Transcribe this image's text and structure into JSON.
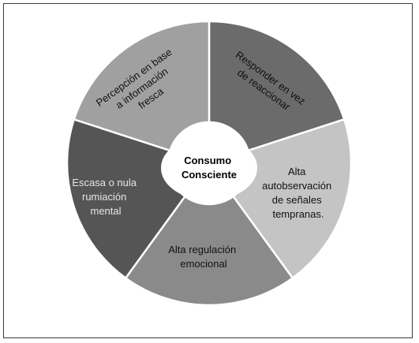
{
  "diagram": {
    "center": {
      "lines": [
        "Consumo",
        "Consciente"
      ],
      "fill": "#ffffff",
      "text_color": "#000000"
    },
    "segments": [
      {
        "id": "responder",
        "lines": [
          "Responder en vez",
          "de reaccionar"
        ],
        "fill": "#6b6b6b",
        "text_color": "#111111"
      },
      {
        "id": "autoobservacion",
        "lines": [
          "Alta",
          "autobservación",
          "de señales",
          "tempranas."
        ],
        "fill": "#c4c4c4",
        "text_color": "#111111"
      },
      {
        "id": "regulacion",
        "lines": [
          "Alta regulación",
          "emocional"
        ],
        "fill": "#8a8a8a",
        "text_color": "#111111"
      },
      {
        "id": "rumiacion",
        "lines": [
          "Escasa o nula",
          "rumiación",
          "mental"
        ],
        "fill": "#555555",
        "text_color": "#e6e6e6"
      },
      {
        "id": "percepcion",
        "lines": [
          "Percepción en base",
          "a información",
          "fresca"
        ],
        "fill": "#a0a0a0",
        "text_color": "#111111"
      }
    ],
    "divider_color": "#ffffff",
    "frame_color": "#3a3a3a"
  }
}
